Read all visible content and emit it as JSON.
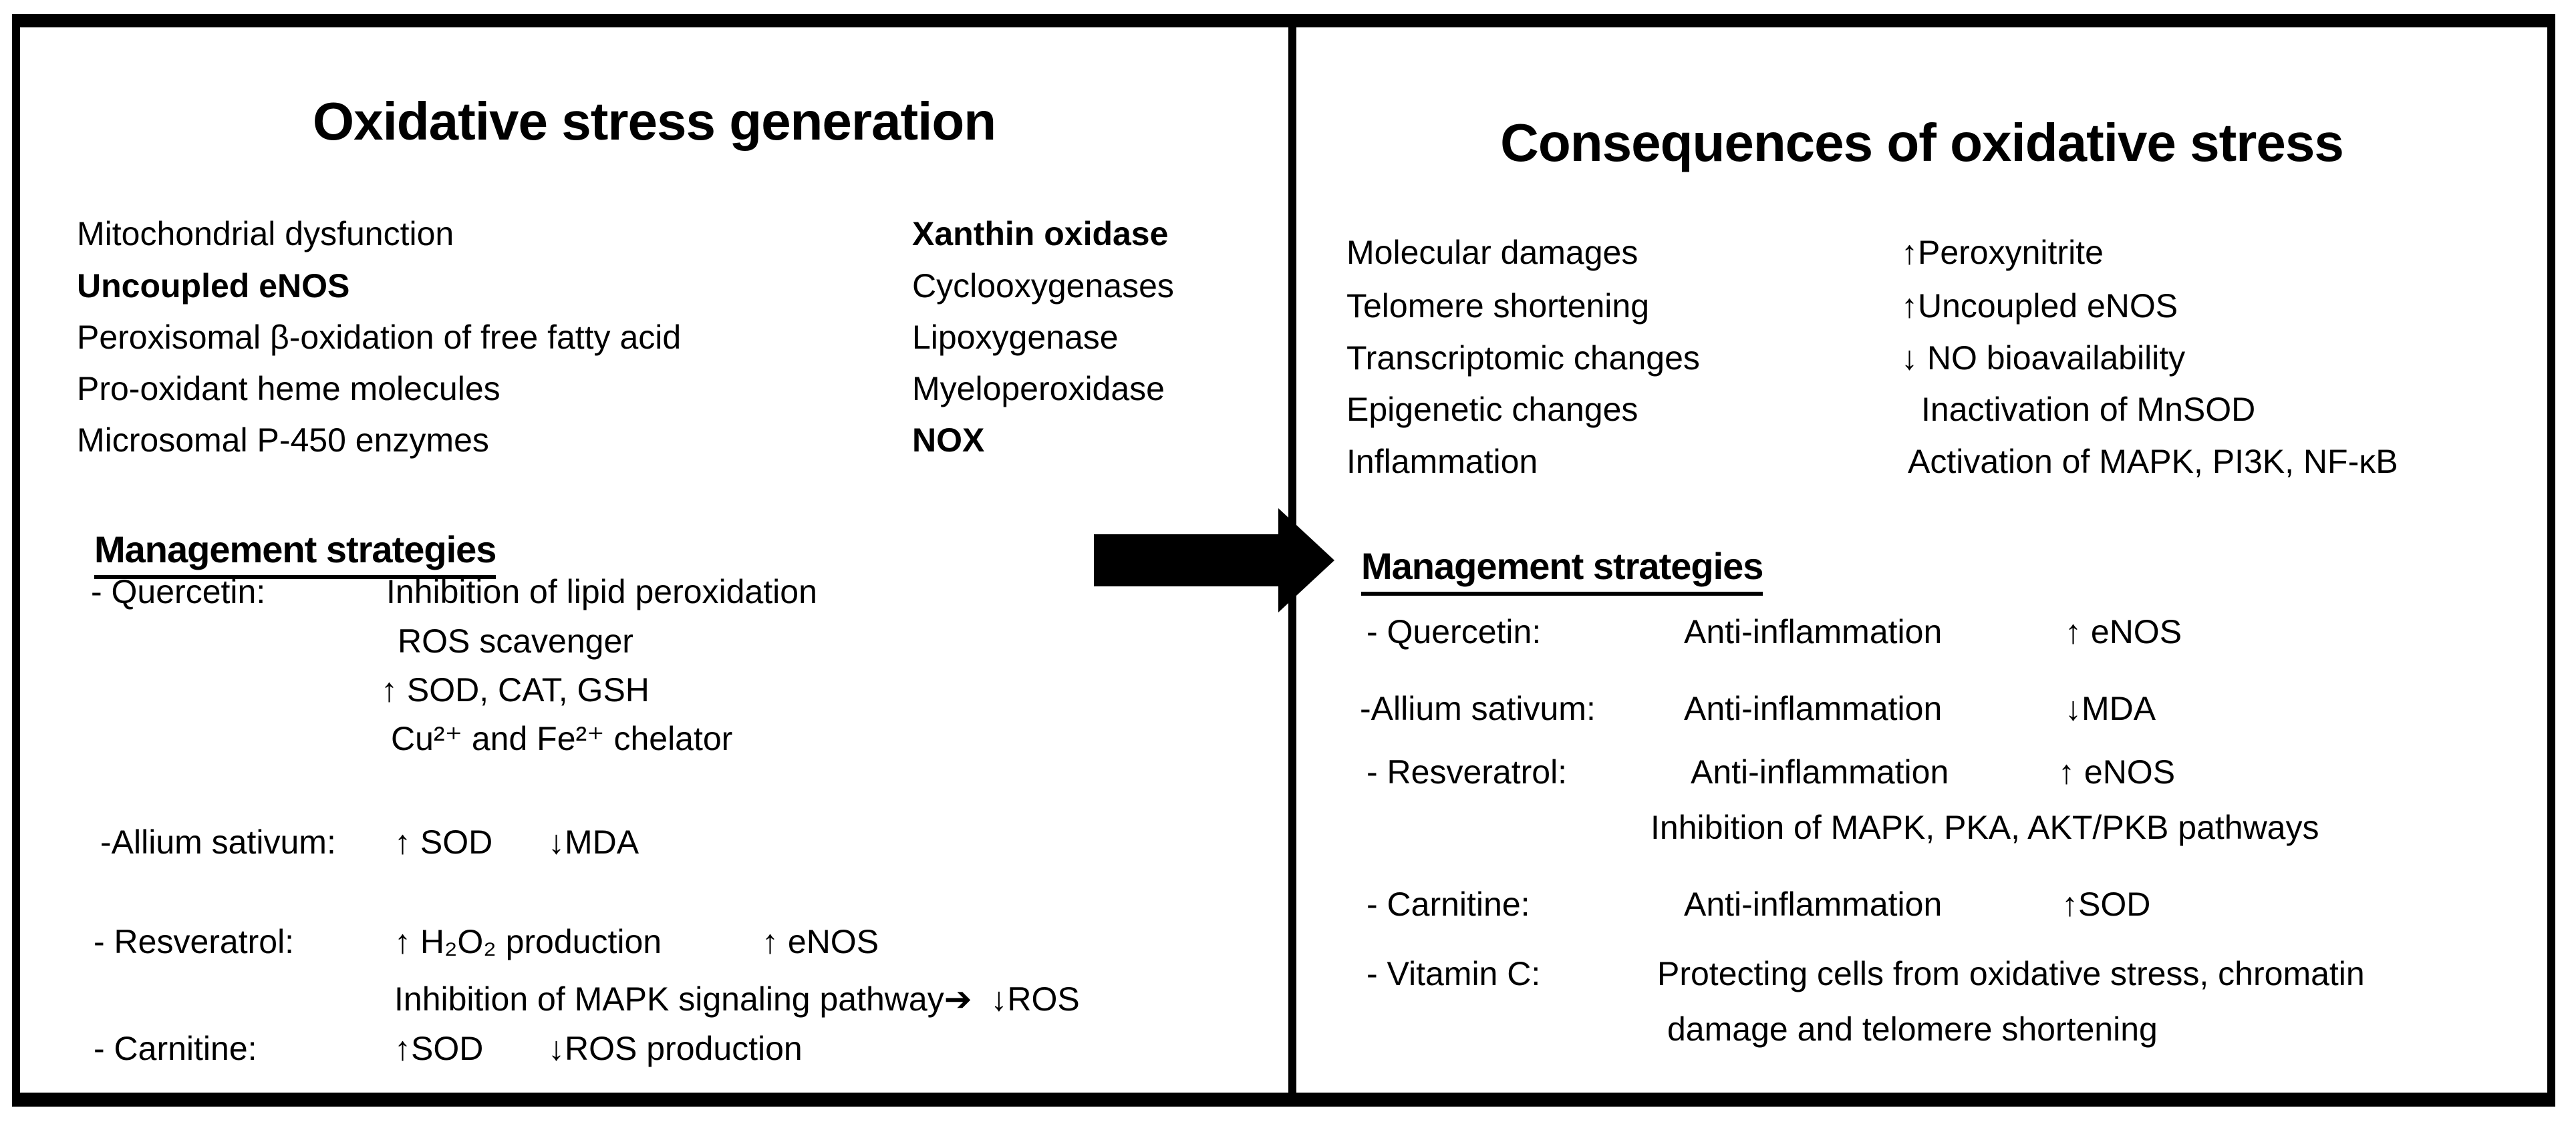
{
  "colors": {
    "ink": "#000000",
    "background": "#ffffff"
  },
  "left": {
    "title": "Oxidative stress generation",
    "col1": [
      "Mitochondrial dysfunction",
      "Uncoupled eNOS",
      "Peroxisomal β-oxidation of free fatty acid",
      "Pro-oxidant heme molecules",
      "Microsomal P-450 enzymes"
    ],
    "col2": [
      "Xanthin oxidase",
      "Cyclooxygenases",
      "Lipoxygenase",
      "Myeloperoxidase",
      "NOX"
    ],
    "mgmt_heading": "Management strategies",
    "rows": {
      "quercetin_label": "- Quercetin:",
      "quercetin_1": "Inhibition of lipid peroxidation",
      "quercetin_2": "ROS scavenger",
      "quercetin_3": "↑ SOD, CAT, GSH",
      "quercetin_4": "Cu²⁺ and Fe²⁺ chelator",
      "allium_label": "-Allium sativum:",
      "allium_1": "↑ SOD",
      "allium_2": "↓MDA",
      "resveratrol_label": "- Resveratrol:",
      "resveratrol_1": "↑ H₂O₂ production",
      "resveratrol_2": "↑ eNOS",
      "resveratrol_3": "Inhibition of MAPK signaling pathway➔  ↓ROS",
      "carnitine_label": "- Carnitine:",
      "carnitine_1": "↑SOD",
      "carnitine_2": "↓ROS production"
    }
  },
  "right": {
    "title": "Consequences of oxidative stress",
    "col1": [
      "Molecular damages",
      "Telomere shortening",
      "Transcriptomic changes",
      "Epigenetic changes",
      "Inflammation"
    ],
    "col2": [
      "↑Peroxynitrite",
      "↑Uncoupled eNOS",
      "↓ NO bioavailability",
      "Inactivation of MnSOD",
      "Activation of MAPK, PI3K, NF-κB"
    ],
    "mgmt_heading": "Management strategies",
    "rows": {
      "quercetin_label": "- Quercetin:",
      "quercetin_1": "Anti-inflammation",
      "quercetin_2": "↑ eNOS",
      "allium_label": "-Allium sativum:",
      "allium_1": "Anti-inflammation",
      "allium_2": "↓MDA",
      "resveratrol_label": "- Resveratrol:",
      "resveratrol_1": "Anti-inflammation",
      "resveratrol_2": "↑ eNOS",
      "resveratrol_3": "Inhibition of MAPK, PKA, AKT/PKB pathways",
      "carnitine_label": "- Carnitine:",
      "carnitine_1": "Anti-inflammation",
      "carnitine_2": "↑SOD",
      "vitaminc_label": "- Vitamin C:",
      "vitaminc_1": "Protecting cells from oxidative stress, chromatin",
      "vitaminc_2": "damage and telomere shortening"
    }
  }
}
